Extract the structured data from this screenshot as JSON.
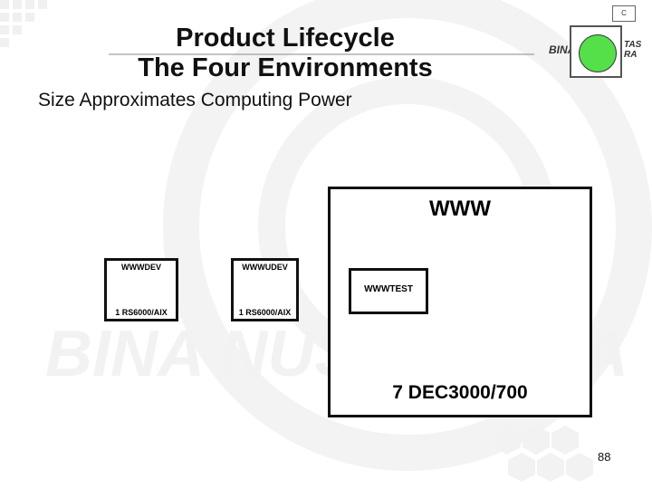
{
  "slide": {
    "title_line1": "Product Lifecycle",
    "title_line2": "The Four Environments",
    "subtitle": "Size Approximates Computing Power",
    "page_number": "88"
  },
  "logo": {
    "text_left": "BINA",
    "text_right_line1": "TAS",
    "text_right_line2": "RA",
    "badge": "C",
    "circle_color": "#55e04a"
  },
  "servers": {
    "dev": {
      "name": "WWWDEV",
      "spec": "1 RS6000/AIX"
    },
    "udev": {
      "name": "WWWUDEV",
      "spec": "1 RS6000/AIX"
    },
    "prod": {
      "name": "WWW",
      "spec": "7 DEC3000/700"
    },
    "test": {
      "name": "WWWTEST"
    }
  }
}
